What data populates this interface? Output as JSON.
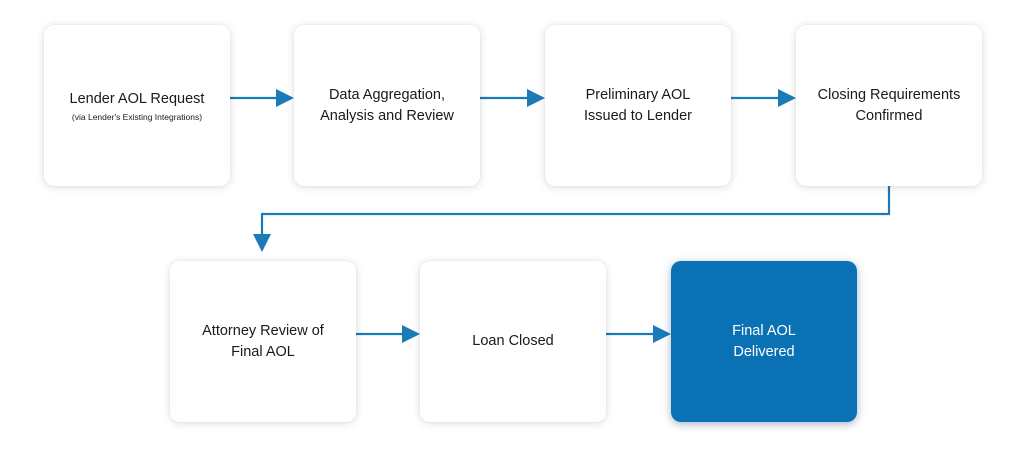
{
  "colors": {
    "arrow": "#1b7bb8",
    "final_fill": "#0a71b4",
    "final_text": "#ffffff",
    "box_fill": "#ffffff",
    "text": "#1a1a1a"
  },
  "steps": [
    {
      "title": "Lender AOL Request",
      "subtitle": "(via Lender's Existing Integrations)"
    },
    {
      "title": "Data Aggregation,\nAnalysis and Review"
    },
    {
      "title": "Preliminary AOL\nIssued to Lender"
    },
    {
      "title": "Closing Requirements\nConfirmed"
    },
    {
      "title": "Attorney Review of\nFinal AOL"
    },
    {
      "title": "Loan Closed"
    },
    {
      "title": "Final AOL\nDelivered"
    }
  ]
}
